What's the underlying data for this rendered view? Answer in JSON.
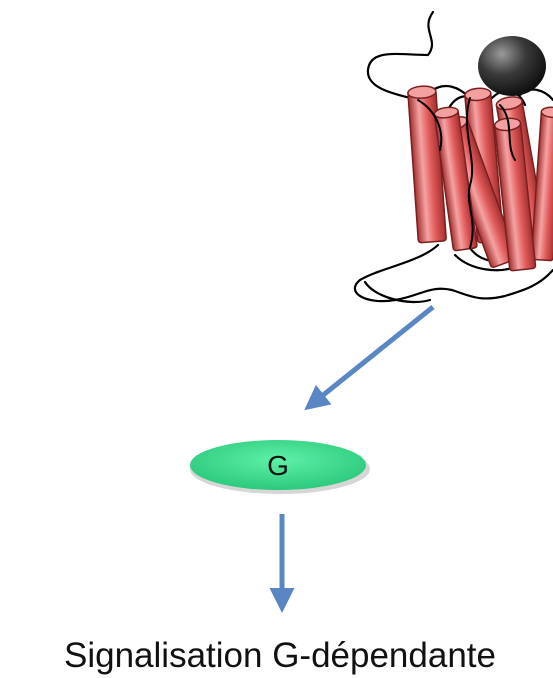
{
  "diagram": {
    "nodes": {
      "receptor": {
        "type": "GPCR seven-transmembrane receptor",
        "helix_count": 7,
        "ligand": "black sphere"
      },
      "g_protein": {
        "label": "G"
      },
      "output": {
        "label": "Signalisation G-dépendante"
      }
    },
    "edges": [
      {
        "from": "receptor",
        "to": "g_protein"
      },
      {
        "from": "g_protein",
        "to": "output"
      }
    ],
    "colors": {
      "helix": "#e05a5a",
      "helix_dark": "#a33030",
      "helix_light": "#f6a3a3",
      "g_protein_fill": "#38d98c",
      "arrow": "#5a87c4",
      "ligand": "#3a3a3a"
    },
    "icons": {
      "receptor": "gpcr-receptor-icon",
      "ligand": "ligand-sphere-icon"
    }
  }
}
